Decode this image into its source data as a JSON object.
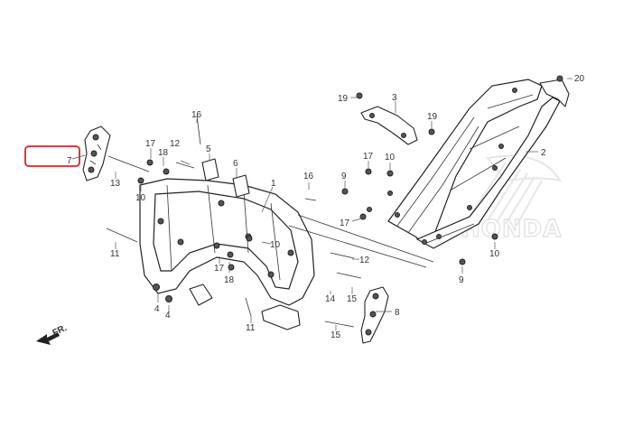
{
  "diagram": {
    "callouts": [
      {
        "id": "c1",
        "text": "1"
      },
      {
        "id": "c2",
        "text": "2"
      },
      {
        "id": "c3",
        "text": "3"
      },
      {
        "id": "c4a",
        "text": "4"
      },
      {
        "id": "c4b",
        "text": "4"
      },
      {
        "id": "c5",
        "text": "5"
      },
      {
        "id": "c6",
        "text": "6"
      },
      {
        "id": "c7",
        "text": "7"
      },
      {
        "id": "c8",
        "text": "8"
      },
      {
        "id": "c9a",
        "text": "9"
      },
      {
        "id": "c9b",
        "text": "9"
      },
      {
        "id": "c10a",
        "text": "10"
      },
      {
        "id": "c10b",
        "text": "10"
      },
      {
        "id": "c10c",
        "text": "10"
      },
      {
        "id": "c10d",
        "text": "10"
      },
      {
        "id": "c11a",
        "text": "11"
      },
      {
        "id": "c11b",
        "text": "11"
      },
      {
        "id": "c12a",
        "text": "12"
      },
      {
        "id": "c12b",
        "text": "12"
      },
      {
        "id": "c13",
        "text": "13"
      },
      {
        "id": "c14",
        "text": "14"
      },
      {
        "id": "c15a",
        "text": "15"
      },
      {
        "id": "c15b",
        "text": "15"
      },
      {
        "id": "c16a",
        "text": "16"
      },
      {
        "id": "c16b",
        "text": "16"
      },
      {
        "id": "c17a",
        "text": "17"
      },
      {
        "id": "c17b",
        "text": "17"
      },
      {
        "id": "c17c",
        "text": "17"
      },
      {
        "id": "c17d",
        "text": "17"
      },
      {
        "id": "c18a",
        "text": "18"
      },
      {
        "id": "c18b",
        "text": "18"
      },
      {
        "id": "c19a",
        "text": "19"
      },
      {
        "id": "c19b",
        "text": "19"
      },
      {
        "id": "c20",
        "text": "20"
      }
    ],
    "direction_label": "FR.",
    "watermark_text": "HONDA",
    "highlighted_callout": "7",
    "colors": {
      "highlight": "#e0202a",
      "lines": "#222222",
      "watermark": "#e3e3e3"
    }
  }
}
